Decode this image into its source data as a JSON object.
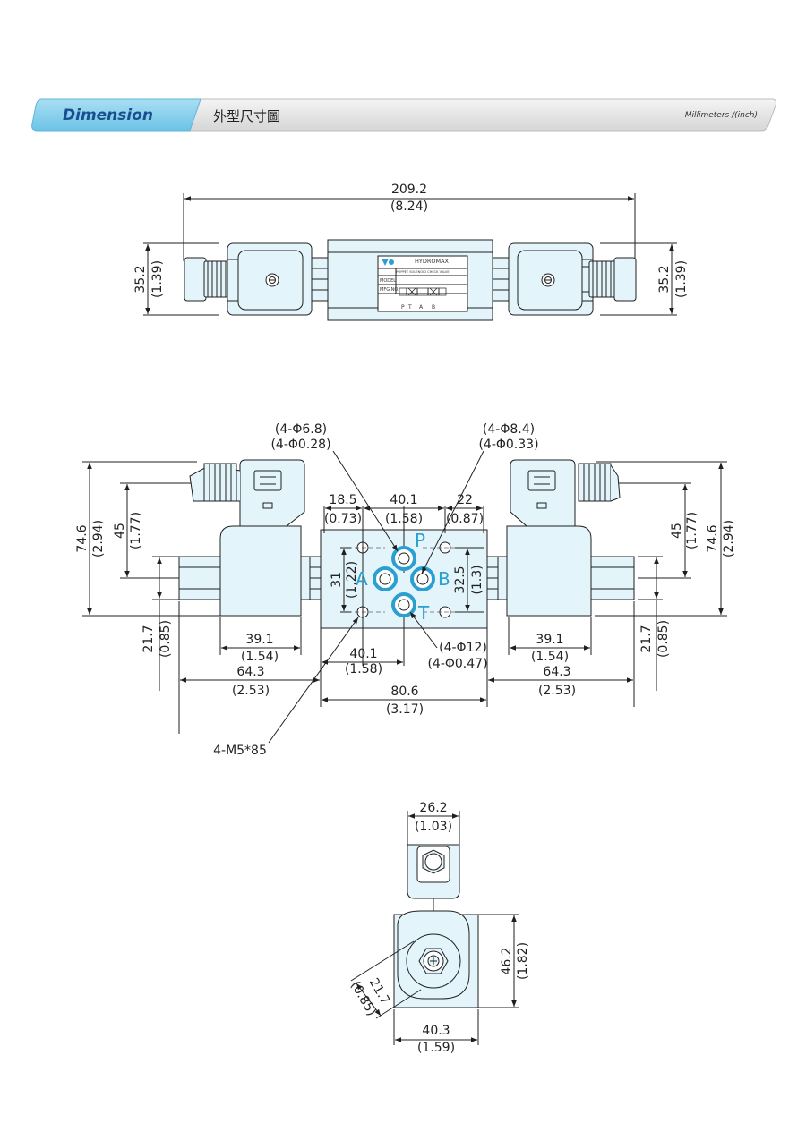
{
  "header": {
    "tab_label": "Dimension",
    "title_cn": "外型尺寸圖",
    "units_note": "Millimeters /(inch)"
  },
  "colors": {
    "accent": "#7fcbe8",
    "accent_text": "#1a4f8f",
    "body_fill": "#e3f4fb",
    "outline": "#1f1f1f",
    "port_blue": "#2a9fd0"
  },
  "top_view": {
    "overall_width": "209.2",
    "overall_width_in": "(8.24)",
    "height_left": "35.2",
    "height_left_in": "(1.39)",
    "height_right": "35.2",
    "height_right_in": "(1.39)",
    "nameplate": {
      "brand": "HYDROMAX",
      "subtitle": "POPPET SOLENOID CHECK VALVE",
      "model_label": "MODEL",
      "mfg_label": "MFG.NO.",
      "ports": [
        "P",
        "T",
        "A",
        "B"
      ]
    }
  },
  "front_view": {
    "hole_small": "(4-Φ6.8)",
    "hole_small_in": "(4-Φ0.28)",
    "hole_large": "(4-Φ8.4)",
    "hole_large_in": "(4-Φ0.33)",
    "dim_18_5": "18.5",
    "dim_18_5_in": "(0.73)",
    "dim_40_1_top": "40.1",
    "dim_40_1_top_in": "(1.58)",
    "dim_22": "22",
    "dim_22_in": "(0.87)",
    "dim_31": "31",
    "dim_31_in": "(1.22)",
    "dim_32_5": "32.5",
    "dim_32_5_in": "(1.3)",
    "dim_74_6_left": "74.6",
    "dim_74_6_left_in": "(2.94)",
    "dim_45_left": "45",
    "dim_45_left_in": "(1.77)",
    "dim_74_6_right": "74.6",
    "dim_74_6_right_in": "(2.94)",
    "dim_45_right": "45",
    "dim_45_right_in": "(1.77)",
    "dim_21_7_left": "21.7",
    "dim_21_7_left_in": "(0.85)",
    "dim_21_7_right": "21.7",
    "dim_21_7_right_in": "(0.85)",
    "dim_39_1_left": "39.1",
    "dim_39_1_left_in": "(1.54)",
    "dim_39_1_right": "39.1",
    "dim_39_1_right_in": "(1.54)",
    "hole_12": "(4-Φ12)",
    "hole_12_in": "(4-Φ0.47)",
    "dim_40_1_bottom": "40.1",
    "dim_40_1_bottom_in": "(1.58)",
    "dim_64_3_left": "64.3",
    "dim_64_3_left_in": "(2.53)",
    "dim_64_3_right": "64.3",
    "dim_64_3_right_in": "(2.53)",
    "dim_80_6": "80.6",
    "dim_80_6_in": "(3.17)",
    "thread_note": "4-M5*85",
    "port_labels": {
      "P": "P",
      "A": "A",
      "B": "B",
      "T": "T"
    }
  },
  "side_view": {
    "dim_26_2": "26.2",
    "dim_26_2_in": "(1.03)",
    "dim_46_2": "46.2",
    "dim_46_2_in": "(1.82)",
    "dim_21_7": "21.7",
    "dim_21_7_in": "(0.85)",
    "dim_40_3": "40.3",
    "dim_40_3_in": "(1.59)"
  }
}
